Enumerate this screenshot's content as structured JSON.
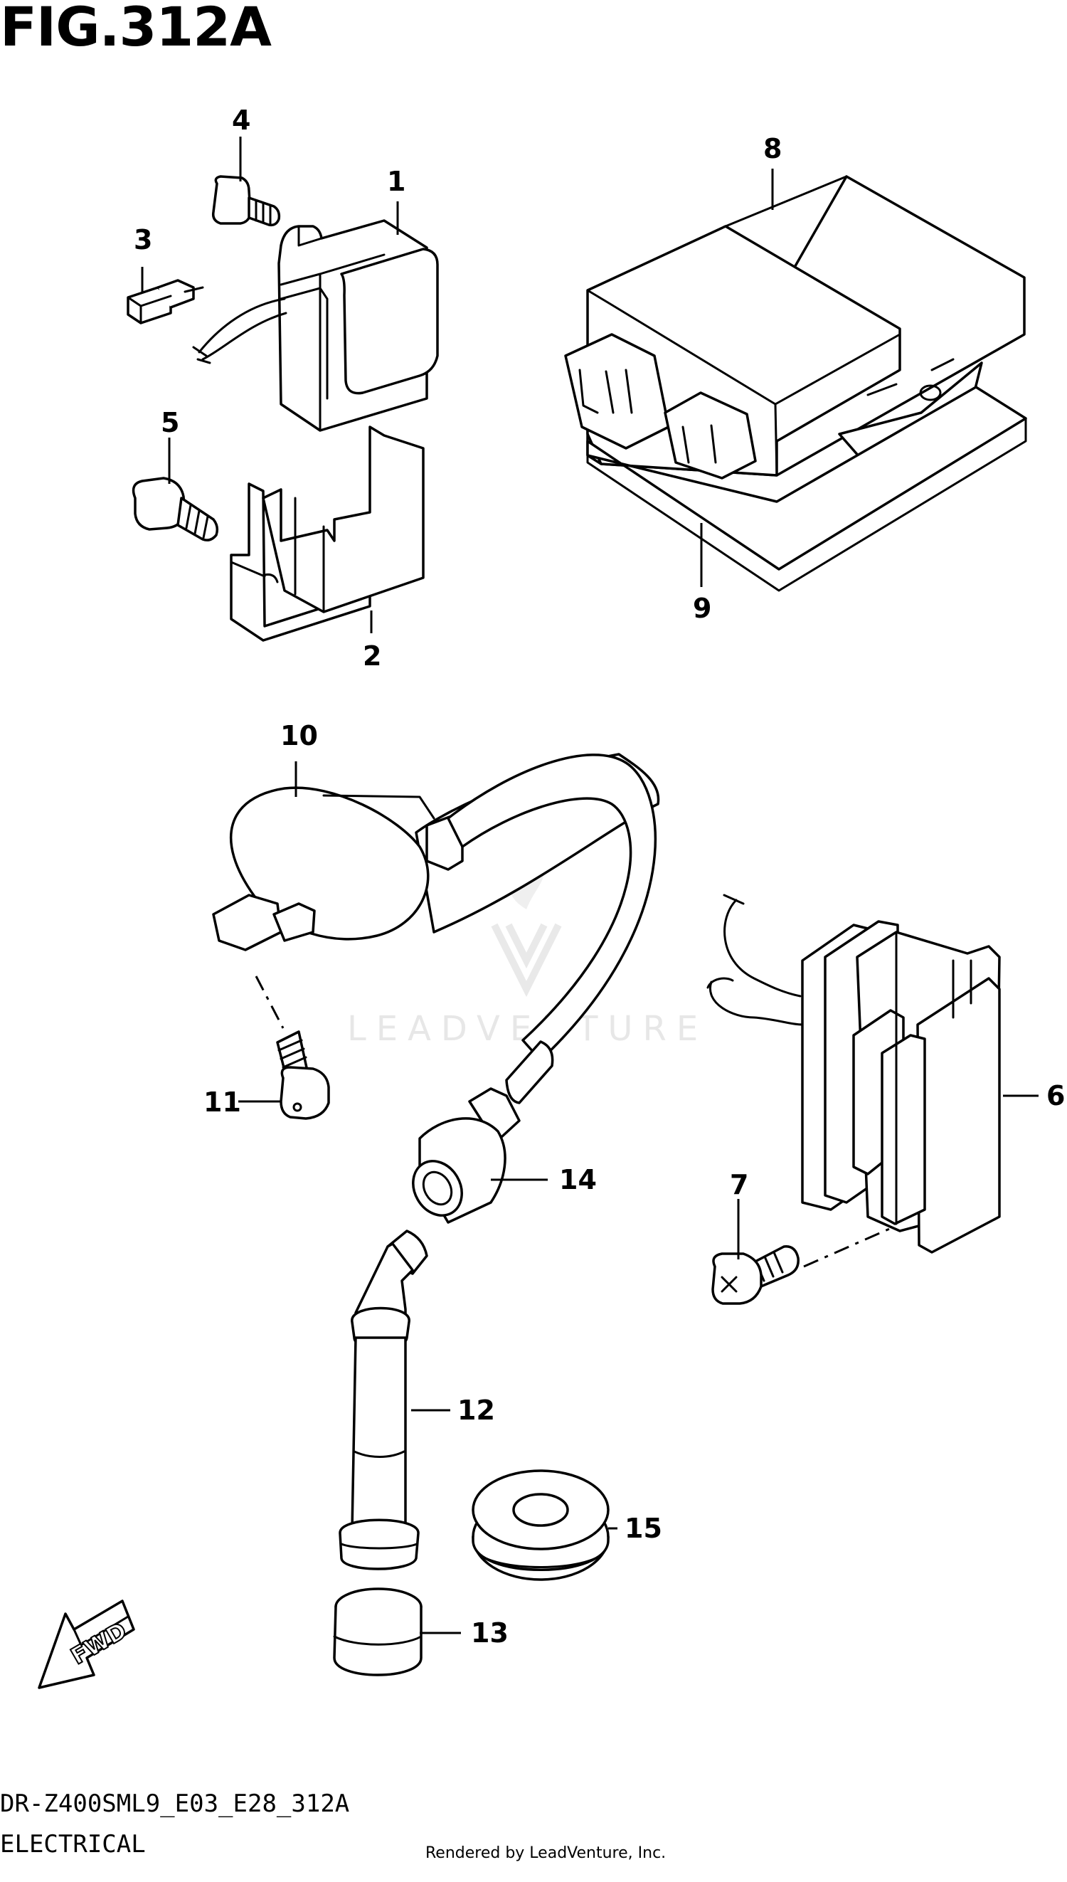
{
  "figure": {
    "title": "FIG.312A"
  },
  "footer": {
    "model_code": "DR-Z400SML9_E03_E28_312A",
    "section": "ELECTRICAL",
    "credit": "Rendered by LeadVenture, Inc."
  },
  "watermark": {
    "text": "LEADVENTURE"
  },
  "fwd_label": "FWD",
  "callouts": [
    "1",
    "2",
    "3",
    "4",
    "5",
    "6",
    "7",
    "8",
    "9",
    "10",
    "11",
    "12",
    "13",
    "14",
    "15"
  ]
}
